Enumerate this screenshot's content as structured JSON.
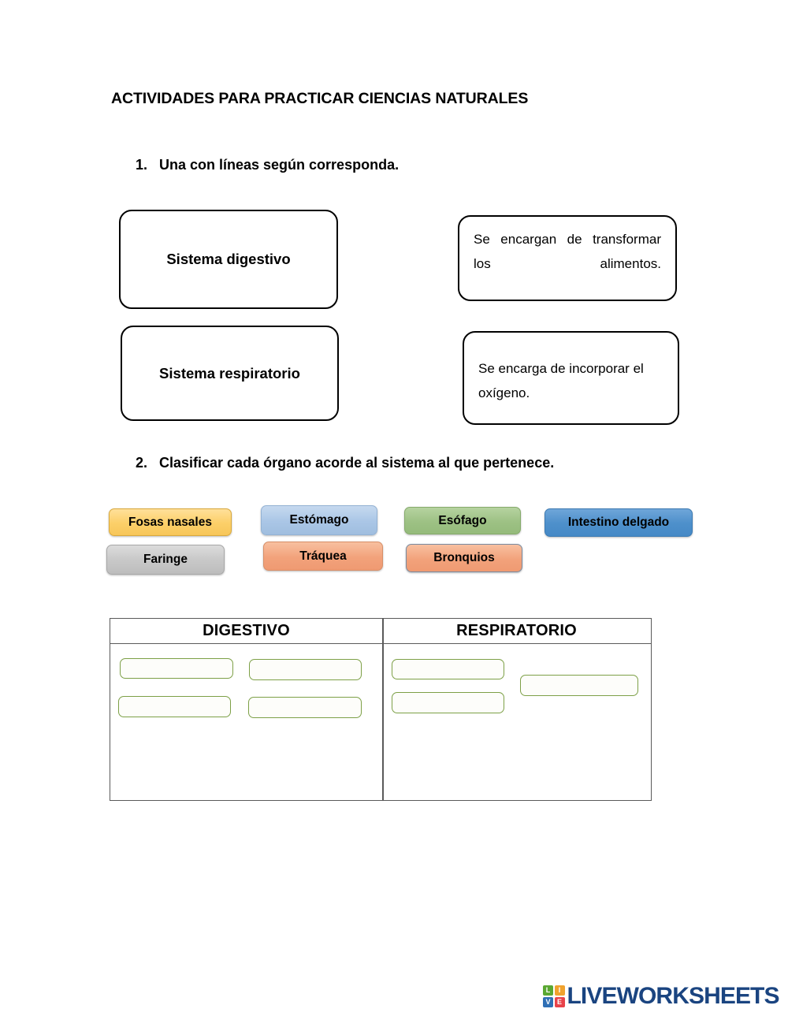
{
  "title": "ACTIVIDADES PARA PRACTICAR CIENCIAS NATURALES",
  "instructions": [
    {
      "number": "1.",
      "text": "Una con líneas según corresponda."
    },
    {
      "number": "2.",
      "text": "Clasificar cada órgano acorde al sistema al que pertenece."
    }
  ],
  "matching": {
    "systems": [
      {
        "label": "Sistema digestivo"
      },
      {
        "label": "Sistema respiratorio"
      }
    ],
    "descriptions": [
      {
        "text": "Se encargan de transformar los alimentos."
      },
      {
        "text": "Se encarga de incorporar el oxígeno."
      }
    ]
  },
  "organ_chips": [
    {
      "label": "Fosas nasales",
      "color": "#fcd06a"
    },
    {
      "label": "Faringe",
      "color": "#c8c8c8"
    },
    {
      "label": "Estómago",
      "color": "#aac6e6"
    },
    {
      "label": "Tráquea",
      "color": "#f2a27b"
    },
    {
      "label": "Esófago",
      "color": "#9dc184"
    },
    {
      "label": "Bronquios",
      "color": "#f2a27b"
    },
    {
      "label": "Intestino delgado",
      "color": "#4e90cb"
    }
  ],
  "classification_table": {
    "columns": [
      {
        "header": "DIGESTIVO",
        "drop_zone_count": 4
      },
      {
        "header": "RESPIRATORIO",
        "drop_zone_count": 3
      }
    ],
    "drop_zone_value": ""
  },
  "footer": {
    "logo_tiles": [
      "L",
      "I",
      "V",
      "E"
    ],
    "wordmark": "LIVEWORKSHEETS",
    "brand_color": "#1a4480"
  }
}
